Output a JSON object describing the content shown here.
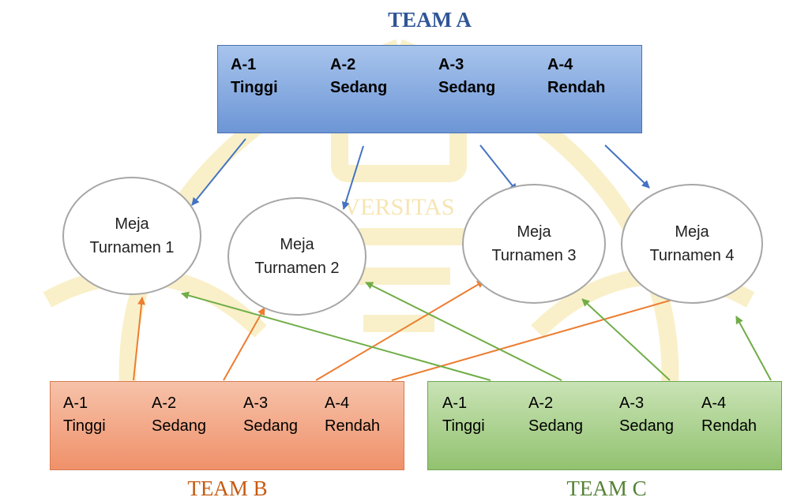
{
  "team_a": {
    "title": "TEAM A",
    "color": "#4472c4",
    "members": [
      {
        "code": "A-1",
        "level": "Tinggi"
      },
      {
        "code": "A-2",
        "level": "Sedang"
      },
      {
        "code": "A-3",
        "level": "Sedang"
      },
      {
        "code": "A-4",
        "level": "Rendah"
      }
    ]
  },
  "team_b": {
    "title": "TEAM B",
    "color": "#ed7d31",
    "members": [
      {
        "code": "A-1",
        "level": "Tinggi"
      },
      {
        "code": "A-2",
        "level": "Sedang"
      },
      {
        "code": "A-3",
        "level": "Sedang"
      },
      {
        "code": "A-4",
        "level": "Rendah"
      }
    ]
  },
  "team_c": {
    "title": "TEAM C",
    "color": "#70ad47",
    "members": [
      {
        "code": "A-1",
        "level": "Tinggi"
      },
      {
        "code": "A-2",
        "level": "Sedang"
      },
      {
        "code": "A-3",
        "level": "Sedang"
      },
      {
        "code": "A-4",
        "level": "Rendah"
      }
    ]
  },
  "tables": [
    {
      "line1": "Meja",
      "line2": "Turnamen 1"
    },
    {
      "line1": "Meja",
      "line2": "Turnamen 2"
    },
    {
      "line1": "Meja",
      "line2": "Turnamen 3"
    },
    {
      "line1": "Meja",
      "line2": "Turnamen 4"
    }
  ],
  "watermark_color": "#f6e6a3"
}
